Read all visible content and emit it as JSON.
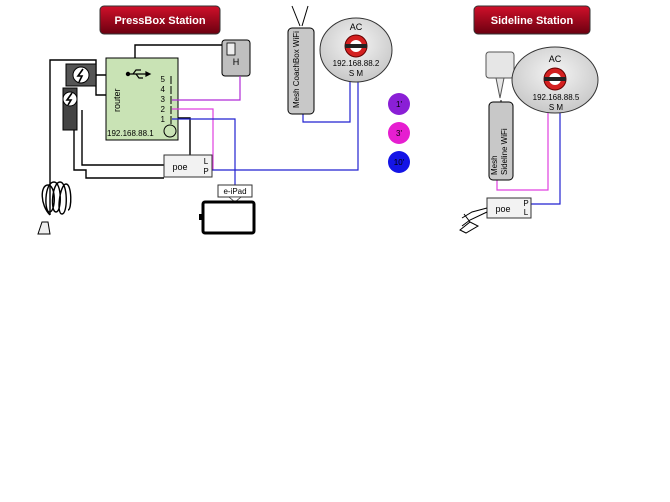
{
  "stations": {
    "pressbox": {
      "title": "PressBox Station",
      "router": {
        "label": "router",
        "ip": "192.168.88.1",
        "ports": [
          "5",
          "4",
          "3",
          "2",
          "1"
        ]
      },
      "hub_label": "H",
      "mesh_label": "Mesh CoachBox WiFi",
      "ac": {
        "label": "AC",
        "ip": "192.168.88.2",
        "ports": "S M"
      },
      "poe": {
        "label": "poe",
        "ports": [
          "L",
          "P"
        ]
      },
      "ipad_label": "e-iPad"
    },
    "sideline": {
      "title": "Sideline Station",
      "mesh_label_line1": "Mesh",
      "mesh_label_line2": "Sideline WiFi",
      "ac": {
        "label": "AC",
        "ip": "192.168.88.5",
        "ports": "S M"
      },
      "poe": {
        "label": "poe",
        "ports": [
          "P",
          "L"
        ]
      }
    }
  },
  "cable_legend": [
    {
      "label": "1'",
      "color": "#8a1fd6"
    },
    {
      "label": "3'",
      "color": "#e61ed0"
    },
    {
      "label": "10'",
      "color": "#1414e6"
    }
  ],
  "colors": {
    "title_bg": "#b3001a",
    "router_fill": "#c9e3b5",
    "ac_fill": "#dcdcdc",
    "mesh_fill": "#c8c8c8",
    "wire_purple": "#b02bd6",
    "wire_magenta": "#e040e0",
    "wire_blue": "#2222d0",
    "logo_red": "#d42020"
  }
}
